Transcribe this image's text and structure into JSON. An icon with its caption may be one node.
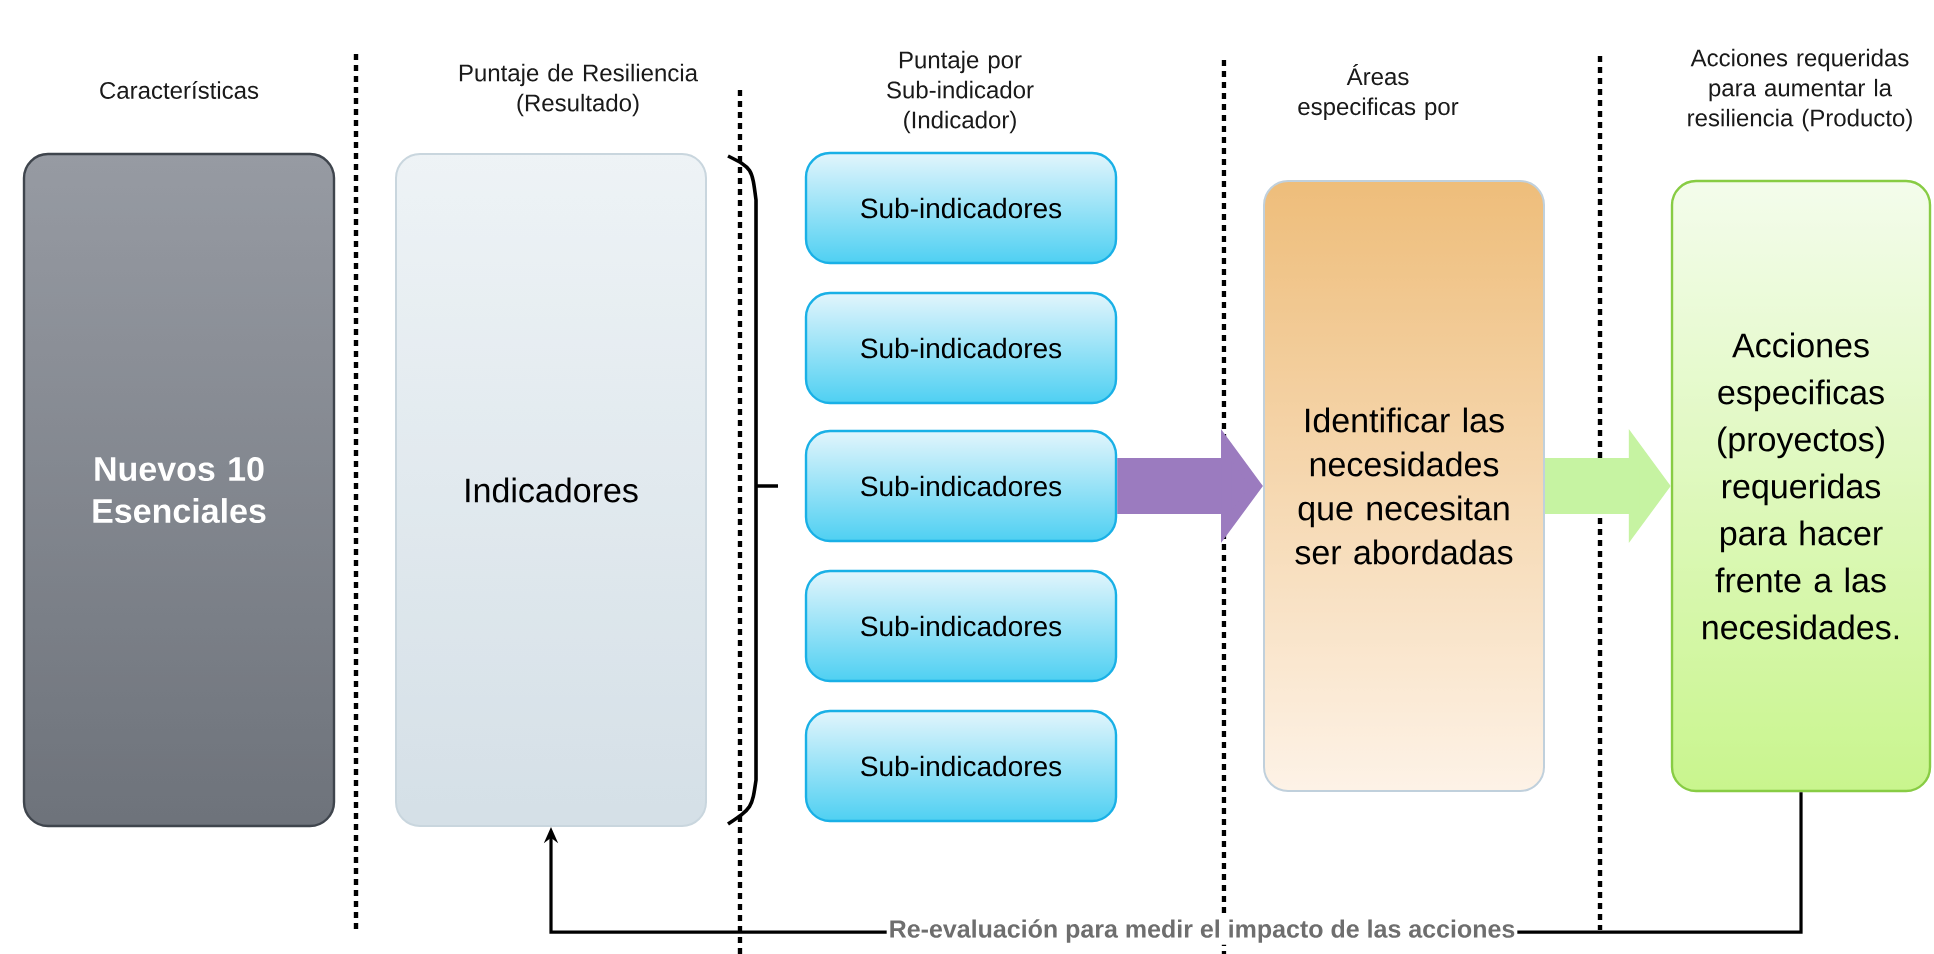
{
  "diagram": {
    "nodes": [
      {
        "text": [
          "Nuevos 10 Esenciales"
        ]
      },
      {
        "text": [
          "Indicadores"
        ]
      },
      {
        "text": [
          "Sub-indicadores"
        ]
      },
      {
        "text": [
          "Sub-indicadores"
        ]
      },
      {
        "text": [
          "Sub-indicadores"
        ]
      },
      {
        "text": [
          "Sub-indicadores"
        ]
      },
      {
        "text": [
          "Sub-indicadores"
        ]
      },
      {
        "text": [
          "Identificar las necesidades que necesitan ser abordadas"
        ]
      },
      {
        "text": [
          "Acciones especificas (proyectos) requeridas para hacer frente a las necesidades."
        ]
      }
    ],
    "edges": [
      {
        "from": 4,
        "to": 7,
        "arrow": "to",
        "color": "#9b7bbf"
      },
      {
        "from": 7,
        "to": 8,
        "arrow": "to",
        "color": "#c6f3a2"
      },
      {
        "from": 8,
        "to": 1,
        "arrow": "to",
        "label": "Re-evaluación para medir el impacto de las acciones",
        "color": "#000000"
      }
    ],
    "labels": [
      "Características",
      "Puntaje de Resiliencia (Resultado)",
      "Puntaje por Sub-indicador (Indicador)",
      "Áreas especificas por",
      "Acciones requeridas para aumentar la resiliencia (Producto)"
    ]
  }
}
